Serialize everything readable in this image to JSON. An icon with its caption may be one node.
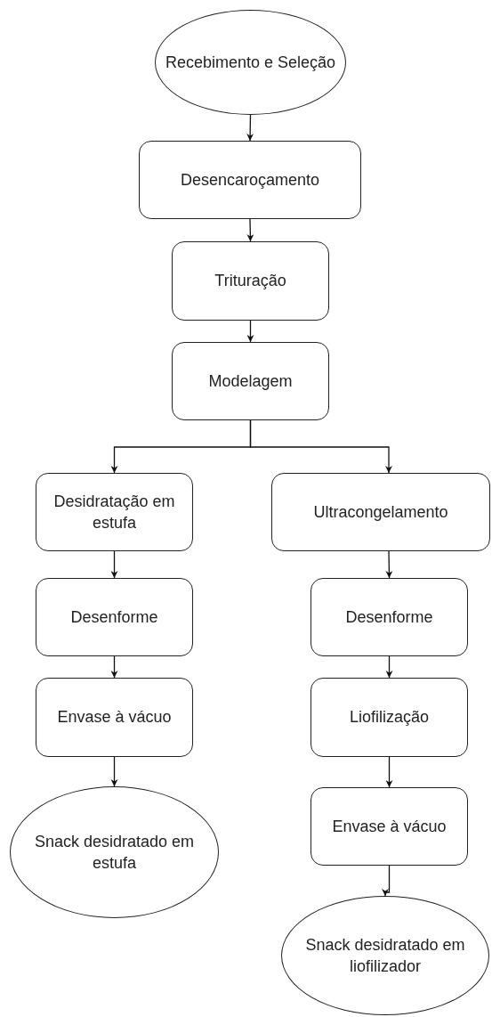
{
  "diagram": {
    "nodes": [
      {
        "text": [
          "Recebimento e Seleção"
        ]
      },
      {
        "text": [
          "Desencaroçamento"
        ]
      },
      {
        "text": [
          "Trituração"
        ]
      },
      {
        "text": [
          "Modelagem"
        ]
      },
      {
        "text": [
          "Desidratação em estufa"
        ]
      },
      {
        "text": [
          "Ultracongelamento"
        ]
      },
      {
        "text": [
          "Desenforme"
        ]
      },
      {
        "text": [
          "Envase à vácuo"
        ]
      },
      {
        "text": [
          "Snack desidratado em estufa"
        ]
      },
      {
        "text": [
          "Desenforme"
        ]
      },
      {
        "text": [
          "Liofilização"
        ]
      },
      {
        "text": [
          "Envase à vácuo"
        ]
      },
      {
        "text": [
          "Snack desidratado em liofilizador"
        ]
      }
    ],
    "edges": [
      {
        "from": 0,
        "to": 1,
        "arrow": "to"
      },
      {
        "from": 1,
        "to": 2,
        "arrow": "to"
      },
      {
        "from": 2,
        "to": 3,
        "arrow": "to"
      },
      {
        "from": 3,
        "to": 4,
        "arrow": "to"
      },
      {
        "from": 3,
        "to": 5,
        "arrow": "to"
      },
      {
        "from": 4,
        "to": 6,
        "arrow": "to"
      },
      {
        "from": 6,
        "to": 7,
        "arrow": "to"
      },
      {
        "from": 7,
        "to": 8,
        "arrow": "to"
      },
      {
        "from": 5,
        "to": 9,
        "arrow": "to"
      },
      {
        "from": 9,
        "to": 10,
        "arrow": "to"
      },
      {
        "from": 10,
        "to": 11,
        "arrow": "to"
      },
      {
        "from": 11,
        "to": 12,
        "arrow": "to"
      }
    ]
  }
}
